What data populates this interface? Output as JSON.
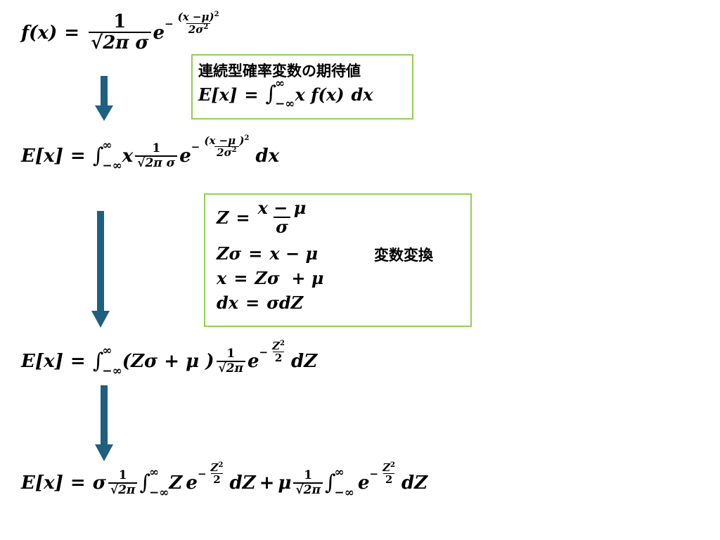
{
  "boxes": {
    "expectation_definition": {
      "title": "連続型確率変数の期待値",
      "formula": {
        "lhs": "E[x]",
        "eq": "=",
        "int_upper": "∞",
        "int_lower": "−∞",
        "integrand": "x f(x)",
        "dx": "dx"
      }
    },
    "substitution": {
      "label": "変数変換",
      "lines": [
        {
          "lhs": "Z",
          "eq": "=",
          "rhs_num": "x − μ",
          "rhs_den": "σ"
        },
        {
          "lhs": "Zσ",
          "eq": "=",
          "rhs": "x − μ"
        },
        {
          "lhs": "x",
          "eq": "=",
          "rhs": "Zσ  + μ"
        },
        {
          "lhs": "dx",
          "eq": "=",
          "rhs": "σdZ"
        }
      ]
    }
  },
  "equations": {
    "pdf": {
      "lhs": "f(x)",
      "eq": "=",
      "frac_num": "1",
      "frac_den": "2π",
      "sigma": "σ",
      "e": "e",
      "exp_minus": "−",
      "exp_num": "(x −μ)",
      "exp_num_pow": "2",
      "exp_den": "2σ",
      "exp_den_pow": "2"
    },
    "step1": {
      "lhs": "E[x]",
      "eq": "=",
      "int_upper": "∞",
      "int_lower": "−∞",
      "x": "x",
      "frac_num": "1",
      "frac_den": "2π",
      "sigma": "σ",
      "e": "e",
      "exp_minus": "−",
      "exp_num": "(x −μ )",
      "exp_num_pow": "2",
      "exp_den": "2σ",
      "exp_den_pow": "2",
      "dx": "dx"
    },
    "step2": {
      "lhs": "E[x]",
      "eq": "=",
      "int_upper": "∞",
      "int_lower": "−∞",
      "factor": "(Zσ + μ )",
      "frac_num": "1",
      "frac_den": "2π",
      "e": "e",
      "exp_minus": "−",
      "exp_num": "Z",
      "exp_num_pow": "2",
      "exp_den": "2",
      "dZ": "dZ"
    },
    "step3": {
      "lhs": "E[x]",
      "eq": "=",
      "sigma": "σ",
      "frac_num": "1",
      "frac_den": "2π",
      "int_upper": "∞",
      "int_lower": "−∞",
      "Z": "Z",
      "e": "e",
      "exp_minus": "−",
      "exp_num": "Z",
      "exp_num_pow": "2",
      "exp_den": "2",
      "dZ": "dZ",
      "plus": "+",
      "mu": "μ"
    }
  },
  "arrow_color": "#1f5f7f",
  "box_border_color": "#92d050",
  "sqrt_symbol": "√"
}
